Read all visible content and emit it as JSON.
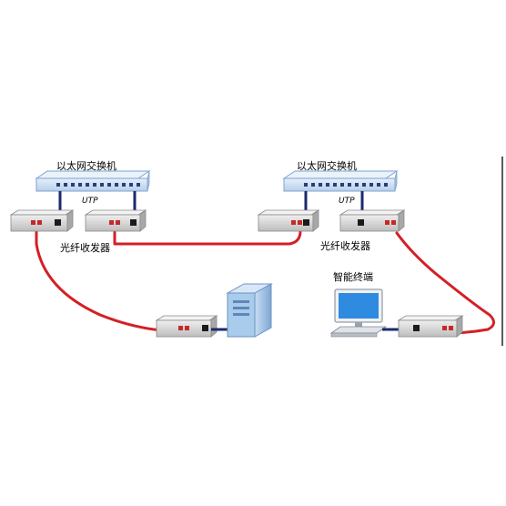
{
  "labels": {
    "switch_left": "以太网交换机",
    "switch_right": "以太网交换机",
    "utp_left": "UTP",
    "utp_right": "UTP",
    "transceiver": "光纤收发器",
    "terminal": "智能终端"
  },
  "colors": {
    "fiber": "#d32026",
    "utp": "#1a2a6c",
    "switch_body": "#c8dcf2",
    "switch_edge": "#7fa3cf",
    "transceiver_body": "#d9d9d9",
    "server_body": "#9fc4e8"
  },
  "icons": [
    "ethernet-switch-icon",
    "fiber-transceiver-icon",
    "server-tower-icon",
    "monitor-icon",
    "keyboard-icon"
  ]
}
